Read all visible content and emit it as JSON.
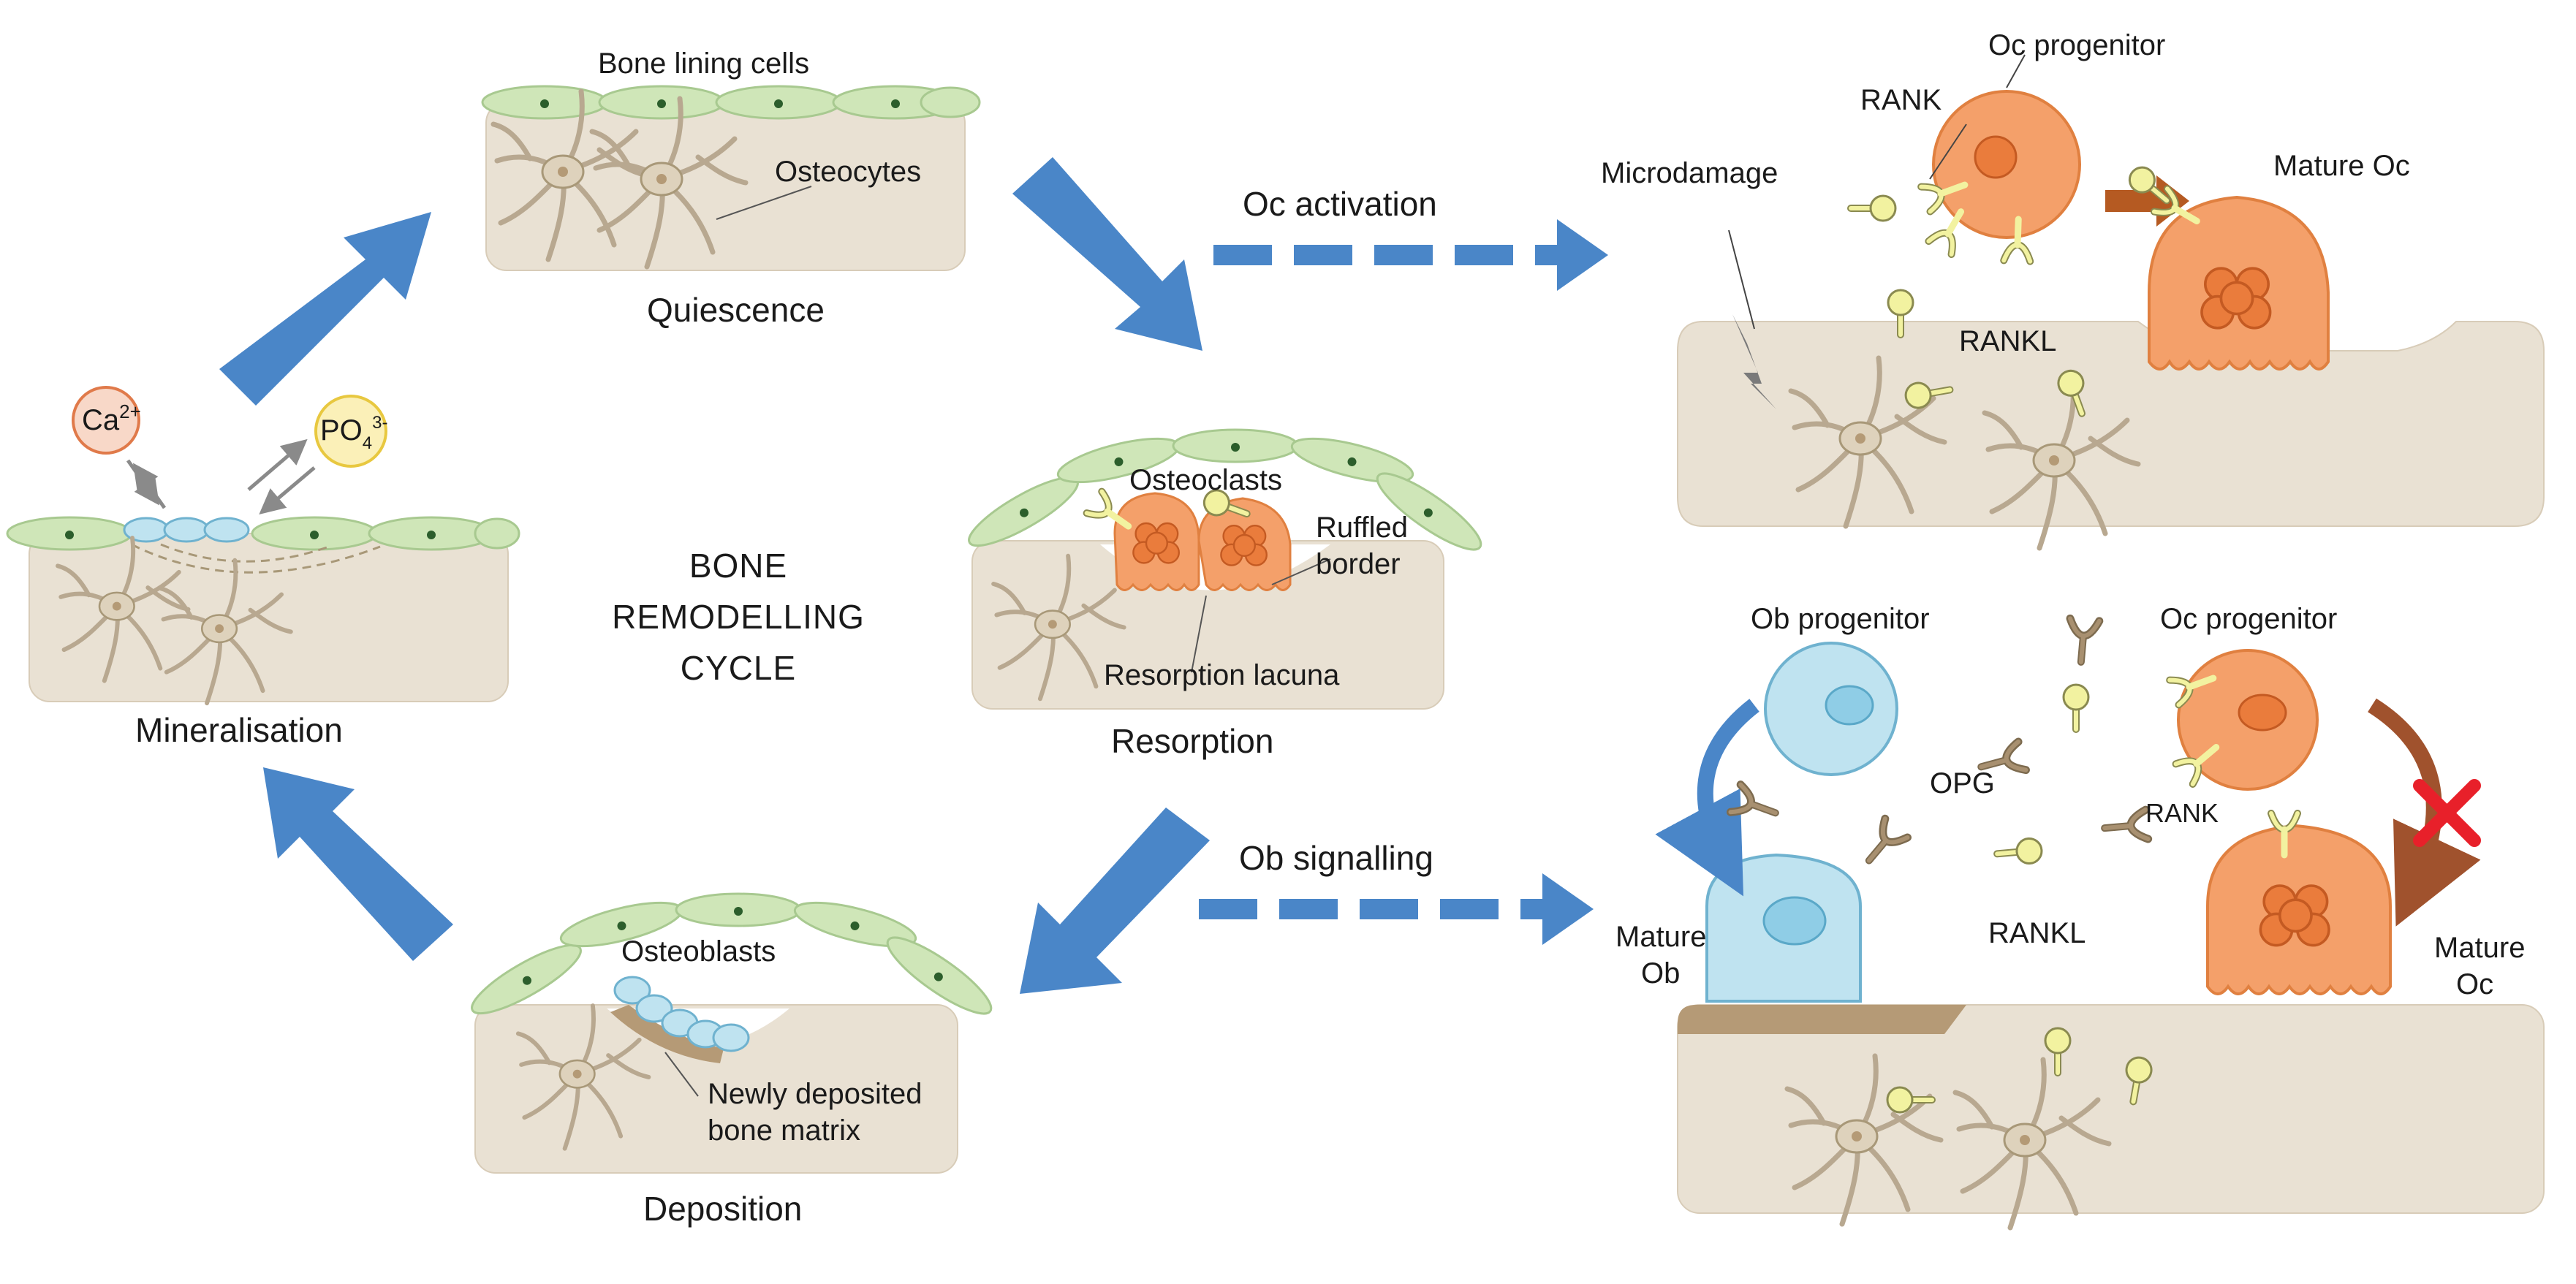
{
  "cycle": {
    "center_line1": "BONE",
    "center_line2": "REMODELLING",
    "center_line3": "CYCLE"
  },
  "quiescence": {
    "title": "Quiescence",
    "lining_label": "Bone lining cells",
    "osteocytes_label": "Osteocytes"
  },
  "resorption": {
    "title": "Resorption",
    "osteoclasts_label": "Osteoclasts",
    "ruffled_line1": "Ruffled",
    "ruffled_line2": "border",
    "lacuna_label": "Resorption lacuna"
  },
  "deposition": {
    "title": "Deposition",
    "osteoblasts_label": "Osteoblasts",
    "matrix_line1": "Newly deposited",
    "matrix_line2": "bone matrix"
  },
  "mineralisation": {
    "title": "Mineralisation",
    "ca_base": "Ca",
    "ca_sup": "2+",
    "po_base": "PO",
    "po_sub": "4",
    "po_sup": "3-"
  },
  "activation": {
    "arrow_label": "Oc activation",
    "microdamage": "Microdamage",
    "rank": "RANK",
    "oc_progenitor": "Oc progenitor",
    "mature_oc": "Mature Oc",
    "rankl": "RANKL"
  },
  "signalling": {
    "arrow_label": "Ob signalling",
    "ob_progenitor": "Ob progenitor",
    "oc_progenitor": "Oc progenitor",
    "opg": "OPG",
    "rank": "RANK",
    "rankl": "RANKL",
    "mature_ob_line1": "Mature",
    "mature_ob_line2": "Ob",
    "mature_oc_line1": "Mature",
    "mature_oc_line2": "Oc"
  },
  "colors": {
    "bone": "#e9e1d3",
    "bone_stroke": "#cfc4b0",
    "lining_cell": "#cfe6b8",
    "osteoclast": "#f4a06a",
    "osteoblast": "#bfe3f0",
    "cycle_arrow": "#4a86c8",
    "ligand": "#f2f2a0",
    "opg": "#a89070",
    "inhibit": "#e8202a",
    "curve_arrow_brown": "#a0522d"
  }
}
